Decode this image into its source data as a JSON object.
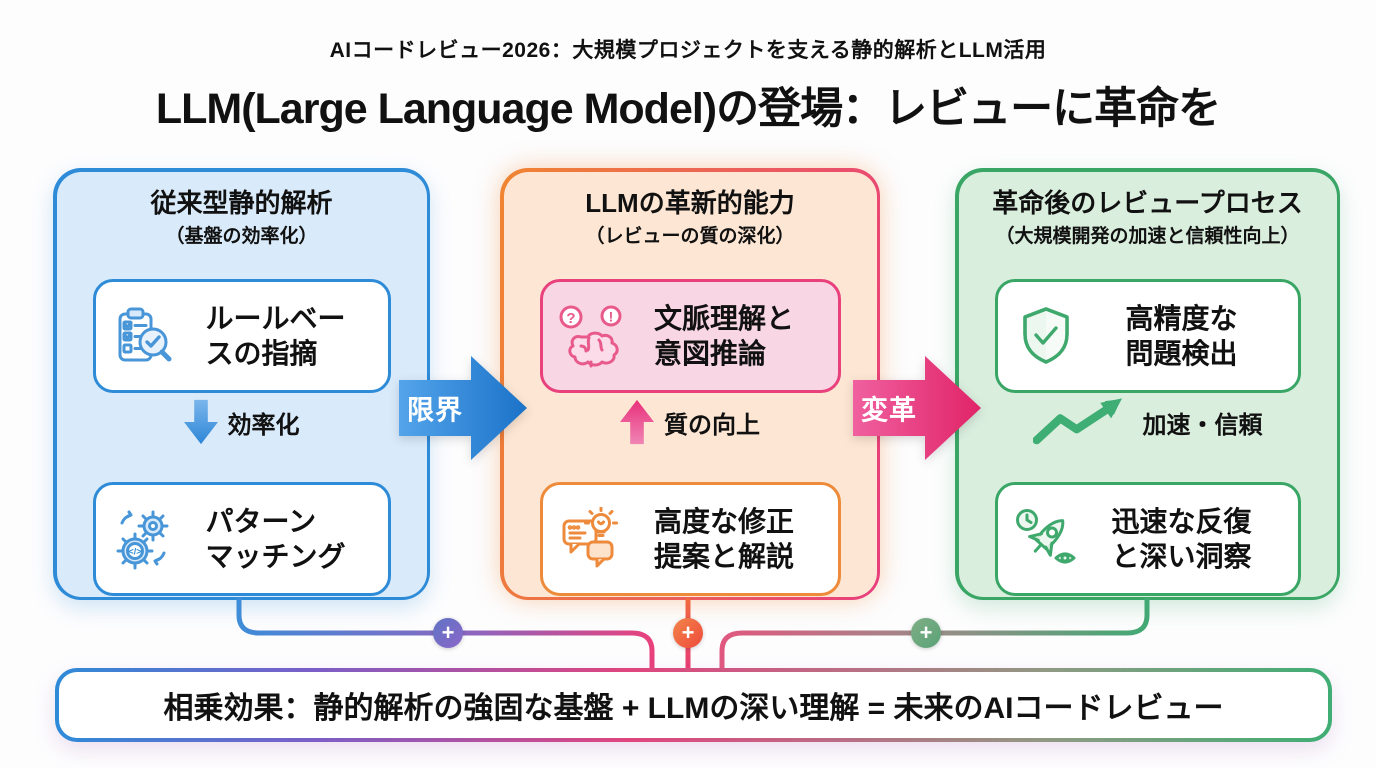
{
  "header": {
    "kicker": "AIコードレビュー2026：大規模プロジェクトを支える静的解析とLLM活用",
    "title": "LLM(Large Language Model)の登場：レビューに革命を"
  },
  "panels": [
    {
      "title": "従来型静的解析",
      "subtitle": "（基盤の効率化）",
      "accent": "#2e8bd8",
      "background": "#d9eafa",
      "boxes": [
        {
          "icon": "checklist-magnifier-icon",
          "label": "ルールベー\nスの指摘"
        },
        {
          "icon": "gears-code-icon",
          "label": "パターン\nマッチング"
        }
      ],
      "step_arrow": {
        "direction": "down",
        "label": "効率化"
      }
    },
    {
      "title": "LLMの革新的能力",
      "subtitle": "（レビューの質の深化）",
      "accent_start": "#f08531",
      "accent_end": "#e83e7e",
      "background": "#fde6d3",
      "boxes": [
        {
          "icon": "brain-icon",
          "label": "文脈理解と\n意図推論"
        },
        {
          "icon": "chat-lightbulb-icon",
          "label": "高度な修正\n提案と解説"
        }
      ],
      "step_arrow": {
        "direction": "up",
        "label": "質の向上"
      }
    },
    {
      "title": "革命後のレビュープロセス",
      "subtitle": "（大規模開発の加速と信頼性向上）",
      "accent": "#3aa666",
      "background": "#daeede",
      "boxes": [
        {
          "icon": "shield-check-icon",
          "label": "高精度な\n問題検出"
        },
        {
          "icon": "rocket-clock-eye-icon",
          "label": "迅速な反復\nと深い洞察"
        }
      ],
      "step_arrow": {
        "direction": "up-right",
        "label": "加速・信頼"
      }
    }
  ],
  "flow_arrows": [
    {
      "label": "限界",
      "color_start": "#53a4ea",
      "color_end": "#1b72c8"
    },
    {
      "label": "変革",
      "color_start": "#f0609f",
      "color_end": "#e02468"
    }
  ],
  "connectors": {
    "plus_symbol": "+",
    "badges": [
      {
        "color": "#7271c6"
      },
      {
        "color": "#f2603d"
      },
      {
        "color": "#74a982"
      }
    ]
  },
  "footer": {
    "text": "相乗効果：静的解析の強固な基盤 + LLMの深い理解 = 未来のAIコードレビュー"
  }
}
